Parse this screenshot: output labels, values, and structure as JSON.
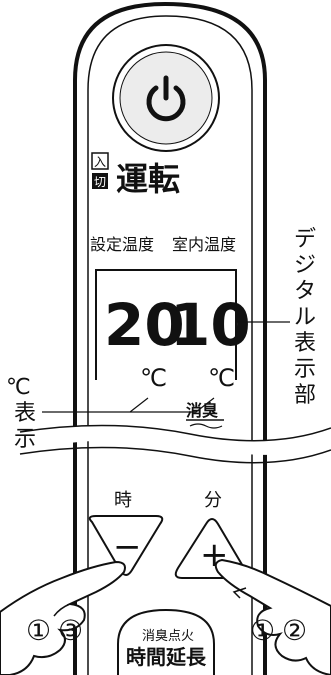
{
  "power": {
    "icon": "power-icon"
  },
  "run": {
    "on_badge": "入",
    "off_badge": "切",
    "label": "運転"
  },
  "temp_labels": {
    "set": "設定温度",
    "room": "室内温度"
  },
  "display": {
    "set_temp": "20",
    "room_temp": "10",
    "set_unit": "℃",
    "room_unit": "℃"
  },
  "deodorize_label": "消臭",
  "callouts": {
    "celsius_display": [
      "℃",
      "表",
      "示"
    ],
    "digital_display": [
      "デ",
      "ジ",
      "タ",
      "ル",
      "表",
      "示",
      "部"
    ]
  },
  "buttons": {
    "hour_label": "時",
    "minute_label": "分",
    "minus_symbol": "−",
    "plus_symbol": "+",
    "extend_top": "消臭点火",
    "extend_bottom": "時間延長"
  },
  "steps": {
    "left": [
      "①",
      "③"
    ],
    "right": [
      "①",
      "②"
    ]
  }
}
